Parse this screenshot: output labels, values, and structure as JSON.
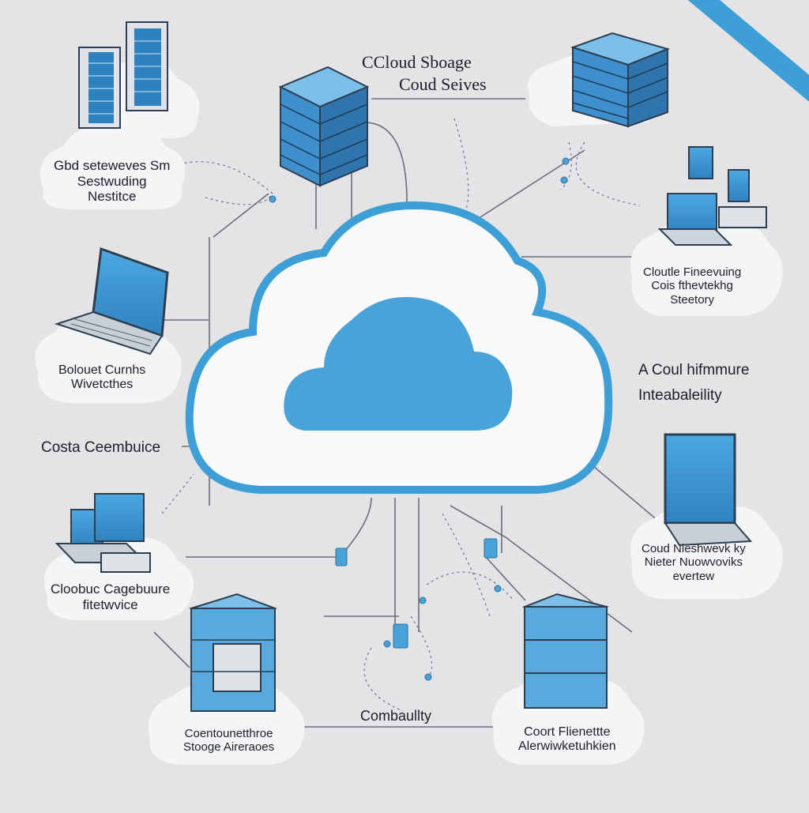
{
  "colors": {
    "background": "#e4e4e6",
    "accent": "#3d9fd6",
    "cloud_fill": "#4aa3d8",
    "device_blue": "#5aa9dc",
    "line": "#6b6f75"
  },
  "center_icon": "cloud-icon",
  "labels": {
    "top_title": "CCloud Sboage",
    "top_subtitle": "Coud Seives",
    "top_left_1": "Gbd seteweves Sm",
    "top_left_2": "Sestwuding",
    "top_left_3": "Nestitce",
    "mid_left_1": "Bolouet Curnhs",
    "mid_left_2": "Wivetcthes",
    "left_side": "Costa Ceembuice",
    "bottom_left_1": "Cloobuc Cagebuure",
    "bottom_left_2": "fitetwvice",
    "bottom_center_left_1": "Coentounetthroe",
    "bottom_center_left_2": "Stooge Aireraoes",
    "bottom_center": "Combaullty",
    "bottom_right_1": "Coort Flienettte",
    "bottom_right_2": "Alerwiwketuhkien",
    "mid_right_1": "Coud Nieshwevk ky",
    "mid_right_2": "Nieter Nuowvoviks",
    "mid_right_3": "evertew",
    "right_side_1": "A Coul hifmmure",
    "right_side_2": "Inteabaleility",
    "top_right_1": "Cloutle Fineevuing",
    "top_right_2": "Cois fthevtekhg",
    "top_right_3": "Steetory"
  },
  "devices": [
    {
      "id": "server-rack-top-left",
      "icon": "server-rack-icon"
    },
    {
      "id": "server-stack-top-center",
      "icon": "server-stack-icon"
    },
    {
      "id": "server-stack-top-right",
      "icon": "server-stack-icon"
    },
    {
      "id": "workstation-right",
      "icon": "workstation-icon"
    },
    {
      "id": "laptop-left",
      "icon": "laptop-icon"
    },
    {
      "id": "laptop-right",
      "icon": "laptop-icon"
    },
    {
      "id": "workstation-left",
      "icon": "workstation-icon"
    },
    {
      "id": "server-bottom-left",
      "icon": "server-tower-icon"
    },
    {
      "id": "database-bottom-right",
      "icon": "database-icon"
    }
  ]
}
